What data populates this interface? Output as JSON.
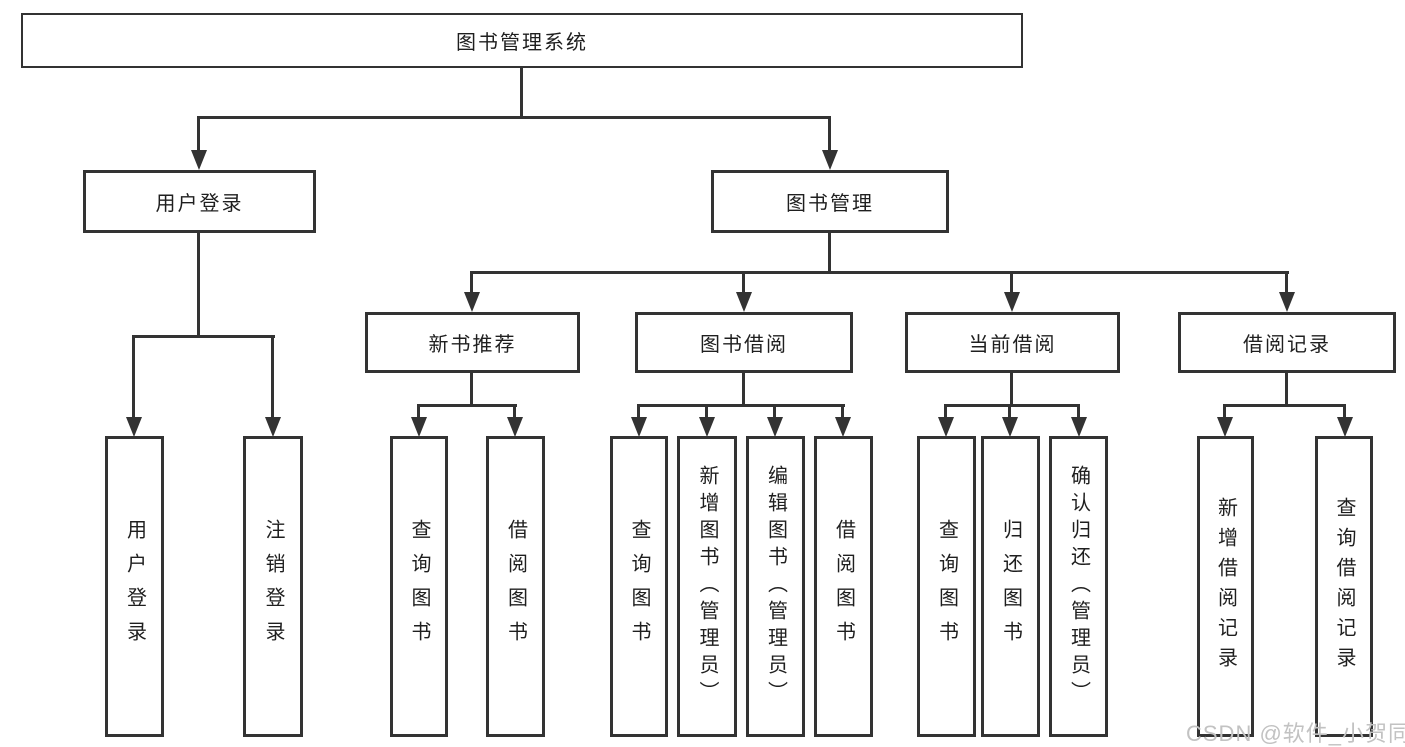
{
  "colors": {
    "line": "#333333",
    "box_border": "#333333",
    "text": "#1f1f1f",
    "background": "#ffffff",
    "watermark": "#c2c2c2"
  },
  "diagram": {
    "title": "图书管理系统",
    "nodes": {
      "root": {
        "label": "图书管理系统"
      },
      "login": {
        "label": "用户登录"
      },
      "mgmt": {
        "label": "图书管理"
      },
      "login_user": {
        "label": "用户登录"
      },
      "login_logout": {
        "label": "注销登录"
      },
      "rec": {
        "label": "新书推荐"
      },
      "borrow": {
        "label": "图书借阅"
      },
      "current": {
        "label": "当前借阅"
      },
      "record": {
        "label": "借阅记录"
      },
      "rec_query": {
        "label": "查询图书"
      },
      "rec_borrow": {
        "label": "借阅图书"
      },
      "borrow_query": {
        "label": "查询图书"
      },
      "borrow_add": {
        "label": "新增图书（管理员）"
      },
      "borrow_edit": {
        "label": "编辑图书（管理员）"
      },
      "borrow_lend": {
        "label": "借阅图书"
      },
      "current_query": {
        "label": "查询图书"
      },
      "current_return": {
        "label": "归还图书"
      },
      "current_confirm": {
        "label": "确认归还（管理员）"
      },
      "record_add": {
        "label": "新增借阅记录"
      },
      "record_query": {
        "label": "查询借阅记录"
      }
    },
    "hierarchy": {
      "图书管理系统": [
        "用户登录",
        "图书管理"
      ],
      "用户登录": [
        "用户登录",
        "注销登录"
      ],
      "图书管理": [
        "新书推荐",
        "图书借阅",
        "当前借阅",
        "借阅记录"
      ],
      "新书推荐": [
        "查询图书",
        "借阅图书"
      ],
      "图书借阅": [
        "查询图书",
        "新增图书（管理员）",
        "编辑图书（管理员）",
        "借阅图书"
      ],
      "当前借阅": [
        "查询图书",
        "归还图书",
        "确认归还（管理员）"
      ],
      "借阅记录": [
        "新增借阅记录",
        "查询借阅记录"
      ]
    }
  },
  "watermark": {
    "text": "CSDN @软件_小贺同学"
  }
}
